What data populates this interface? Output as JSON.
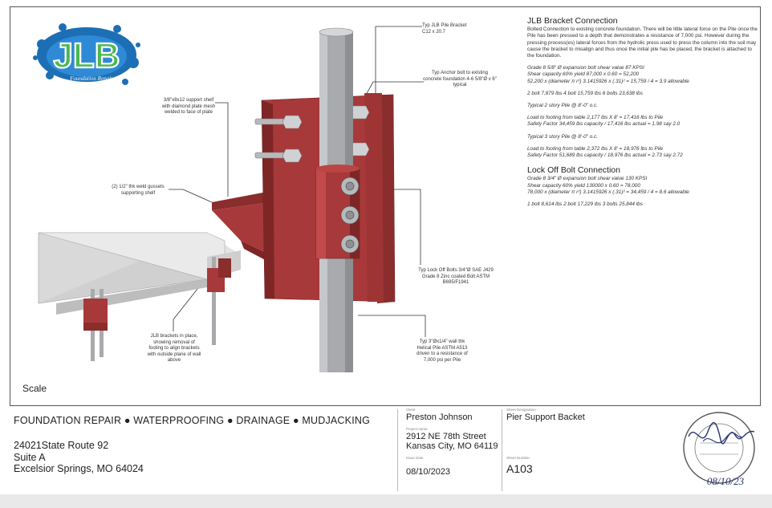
{
  "logo": {
    "text": "JLB",
    "subtext": "Foundation Repair"
  },
  "callouts": {
    "pile_bracket": [
      "Typ JLB Pile Bracket",
      "C12 x 20.7"
    ],
    "anchor_bolt": [
      "Typ Anchor bolt to existing",
      "concrete foundation 4-6 5/8\"Ø x 6\"",
      "typical"
    ],
    "support_shelf": [
      "3/8\"x8x12 support shelf",
      "with diamond plate mesh",
      "welded to face of plate"
    ],
    "weld_gussets": [
      "(2) 1/2\" thk weld gussets",
      "supporting shelf"
    ],
    "lock_off_bolts": [
      "Typ Lock Off Bolts 3/4\"Ø SAE J429",
      "Grade 8 Zinc coated Bolt ASTM",
      "B695/F1941"
    ],
    "helical_pile": [
      "Typ 3\"Øx1/4\" wall thk",
      "Helical Pile ASTM A513",
      "driven to a resistance of",
      "7,000 psi per Pile"
    ],
    "brackets_in_place": [
      "JLB brackets in place,",
      "showing removal of",
      "footing to align brackets",
      "with outside plane of wall",
      "above"
    ]
  },
  "notes": {
    "bracket_heading": "JLB Bracket Connection",
    "bracket_intro": "Bolted Connection to existing concrete foundation.  There will be little lateral force on the Pile once the Pile has been pressed to a depth that demonstrates a resistance of  7,000 psi. However during the pressing process(es) lateral forces from the hydrolic press used to press the column into the soil may cause the bracket to misalign and thus once the initial pile has be placed, the bracket is attached to the foundation.",
    "bracket_grade": [
      "Grade 8 5/8\" Ø expansion bolt shear value 87 KPSI",
      "Shear capacity 60% yield 87,000 x 0.60 = 52,200",
      "52,200 x (diameter π r²) 3.1415926 x (.31)² = 15,759 / 4 =  3.9 allowable"
    ],
    "bracket_bolts": "2 bolt 7,879 lbs     4 bolt 15,759 lbs      6 bolts  23,638 lbs",
    "typical2": "Typical 2 story Pile @ 8'-0\" o.c.",
    "load2": [
      "Load to footing from table  2,177 lbs X 8' = 17,416 lbs to Pile",
      "Safety Factor 34,459 lbs capacity / 17,416 lbs actual = 1.98 say 2.0"
    ],
    "typical3": "Typical 3 story Pile @ 8'-0\" o.c.",
    "load3": [
      "Load to footing from table  2,372 lbs X 8' = 18,976 lbs to Pile",
      "Safety Factor 51,689 lbs capacity / 18,976 lbs actual = 2.73 say 2.72"
    ],
    "lock_heading": "Lock Off Bolt Connection",
    "lock_grade": [
      "Grade 8 3/4\" Ø expansion bolt shear value 130 KPSI",
      "Shear capacity 60% yield 130000 x 0.60 = 78,000",
      "78,000 x (diameter π r²) 3.1415926 x (.31)² = 34,459 / 4 = 8.6 allowable"
    ],
    "lock_bolts": "1 bolt 8,614 lbs     2 bolt 17,229  lbs      3  bolts  25,844 lbs"
  },
  "scale_label": "Scale",
  "title_block": {
    "tagline": "FOUNDATION REPAIR ● WATERPROOFING ● DRAINAGE ● MUDJACKING",
    "address": [
      "24021State Route 92",
      "Suite A",
      "Excelsior Springs, MO 64024"
    ],
    "client_label": "Client",
    "client": "Preston Johnson",
    "project_label": "Project name",
    "project": [
      "2912 NE 78th Street",
      "Kansas City, MO 64119"
    ],
    "issue_label": "Issue Date",
    "issue_date": "08/10/2023",
    "sheet_designation_label": "Sheet Designation",
    "sheet_designation": "Pier Support  Backet",
    "sheet_number_label": "Sheet Number",
    "sheet_number": "A103",
    "seal_date": "08/10/23"
  },
  "colors": {
    "bracket": "#a8393a",
    "bracket_dark": "#7e2626",
    "pile": "#a9aaad",
    "logo_blue": "#1f7bc4",
    "logo_green": "#3aa64a"
  }
}
